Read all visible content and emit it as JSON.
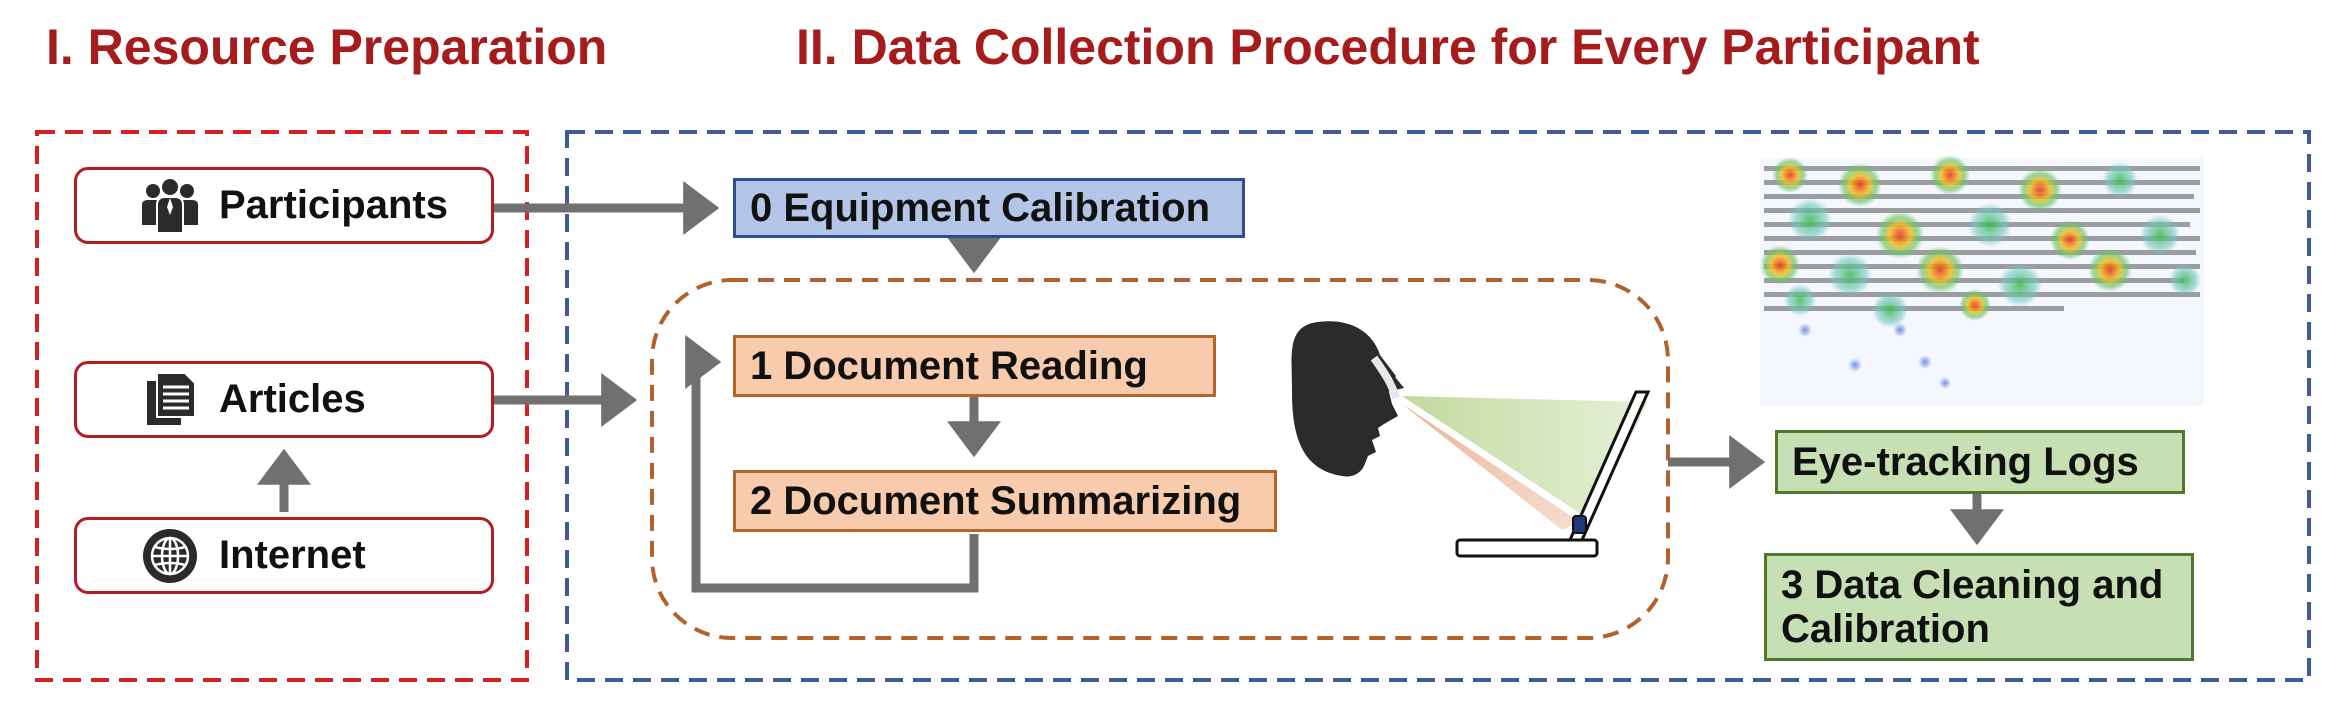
{
  "titles": {
    "section1": "I. Resource Preparation",
    "section2": "II. Data Collection Procedure for Every Participant"
  },
  "resources": {
    "participants": {
      "label": "Participants",
      "icon": "people-group-icon"
    },
    "articles": {
      "label": "Articles",
      "icon": "document-stack-icon"
    },
    "internet": {
      "label": "Internet",
      "icon": "globe-icon"
    }
  },
  "steps": {
    "calibration": "0 Equipment Calibration",
    "reading": "1 Document Reading",
    "summarizing": "2 Document Summarizing",
    "logs": "Eye-tracking Logs",
    "cleaning_line1": "3 Data Cleaning and",
    "cleaning_line2": "Calibration"
  },
  "illustrations": {
    "head": "head-profile-icon",
    "laptop": "laptop-icon",
    "heatmap": "gaze-heatmap-image"
  },
  "colors": {
    "title_red": "#a61c1c",
    "red_dash": "#d42020",
    "blue_dash": "#3d5a99",
    "brown_dash": "#b3612a",
    "arrow_gray": "#707070"
  }
}
